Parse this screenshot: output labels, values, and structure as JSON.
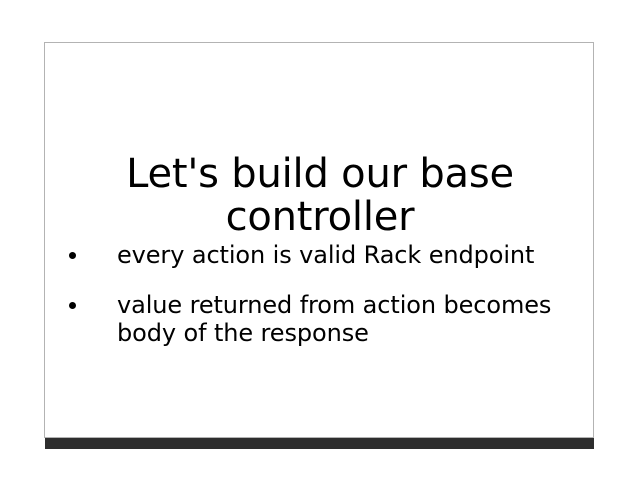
{
  "slide": {
    "title": {
      "lines": [
        "Let's build our base",
        "controller"
      ],
      "full": "Let's build our base controller"
    },
    "bullets": [
      {
        "marker": "bullet-dot",
        "text": "every action is valid Rack endpoint",
        "lines": [
          "every action is valid Rack endpoint"
        ]
      },
      {
        "marker": "bullet-dot",
        "text": "value returned from action becomes body of the response",
        "lines": [
          "value returned from action becomes",
          "body of the response"
        ]
      }
    ],
    "colors": {
      "page_background": "#ffffff",
      "slide_background": "#ffffff",
      "slide_border": "#b3b3b3",
      "footer_bar": "#2e2e2e",
      "text": "#000000"
    }
  }
}
